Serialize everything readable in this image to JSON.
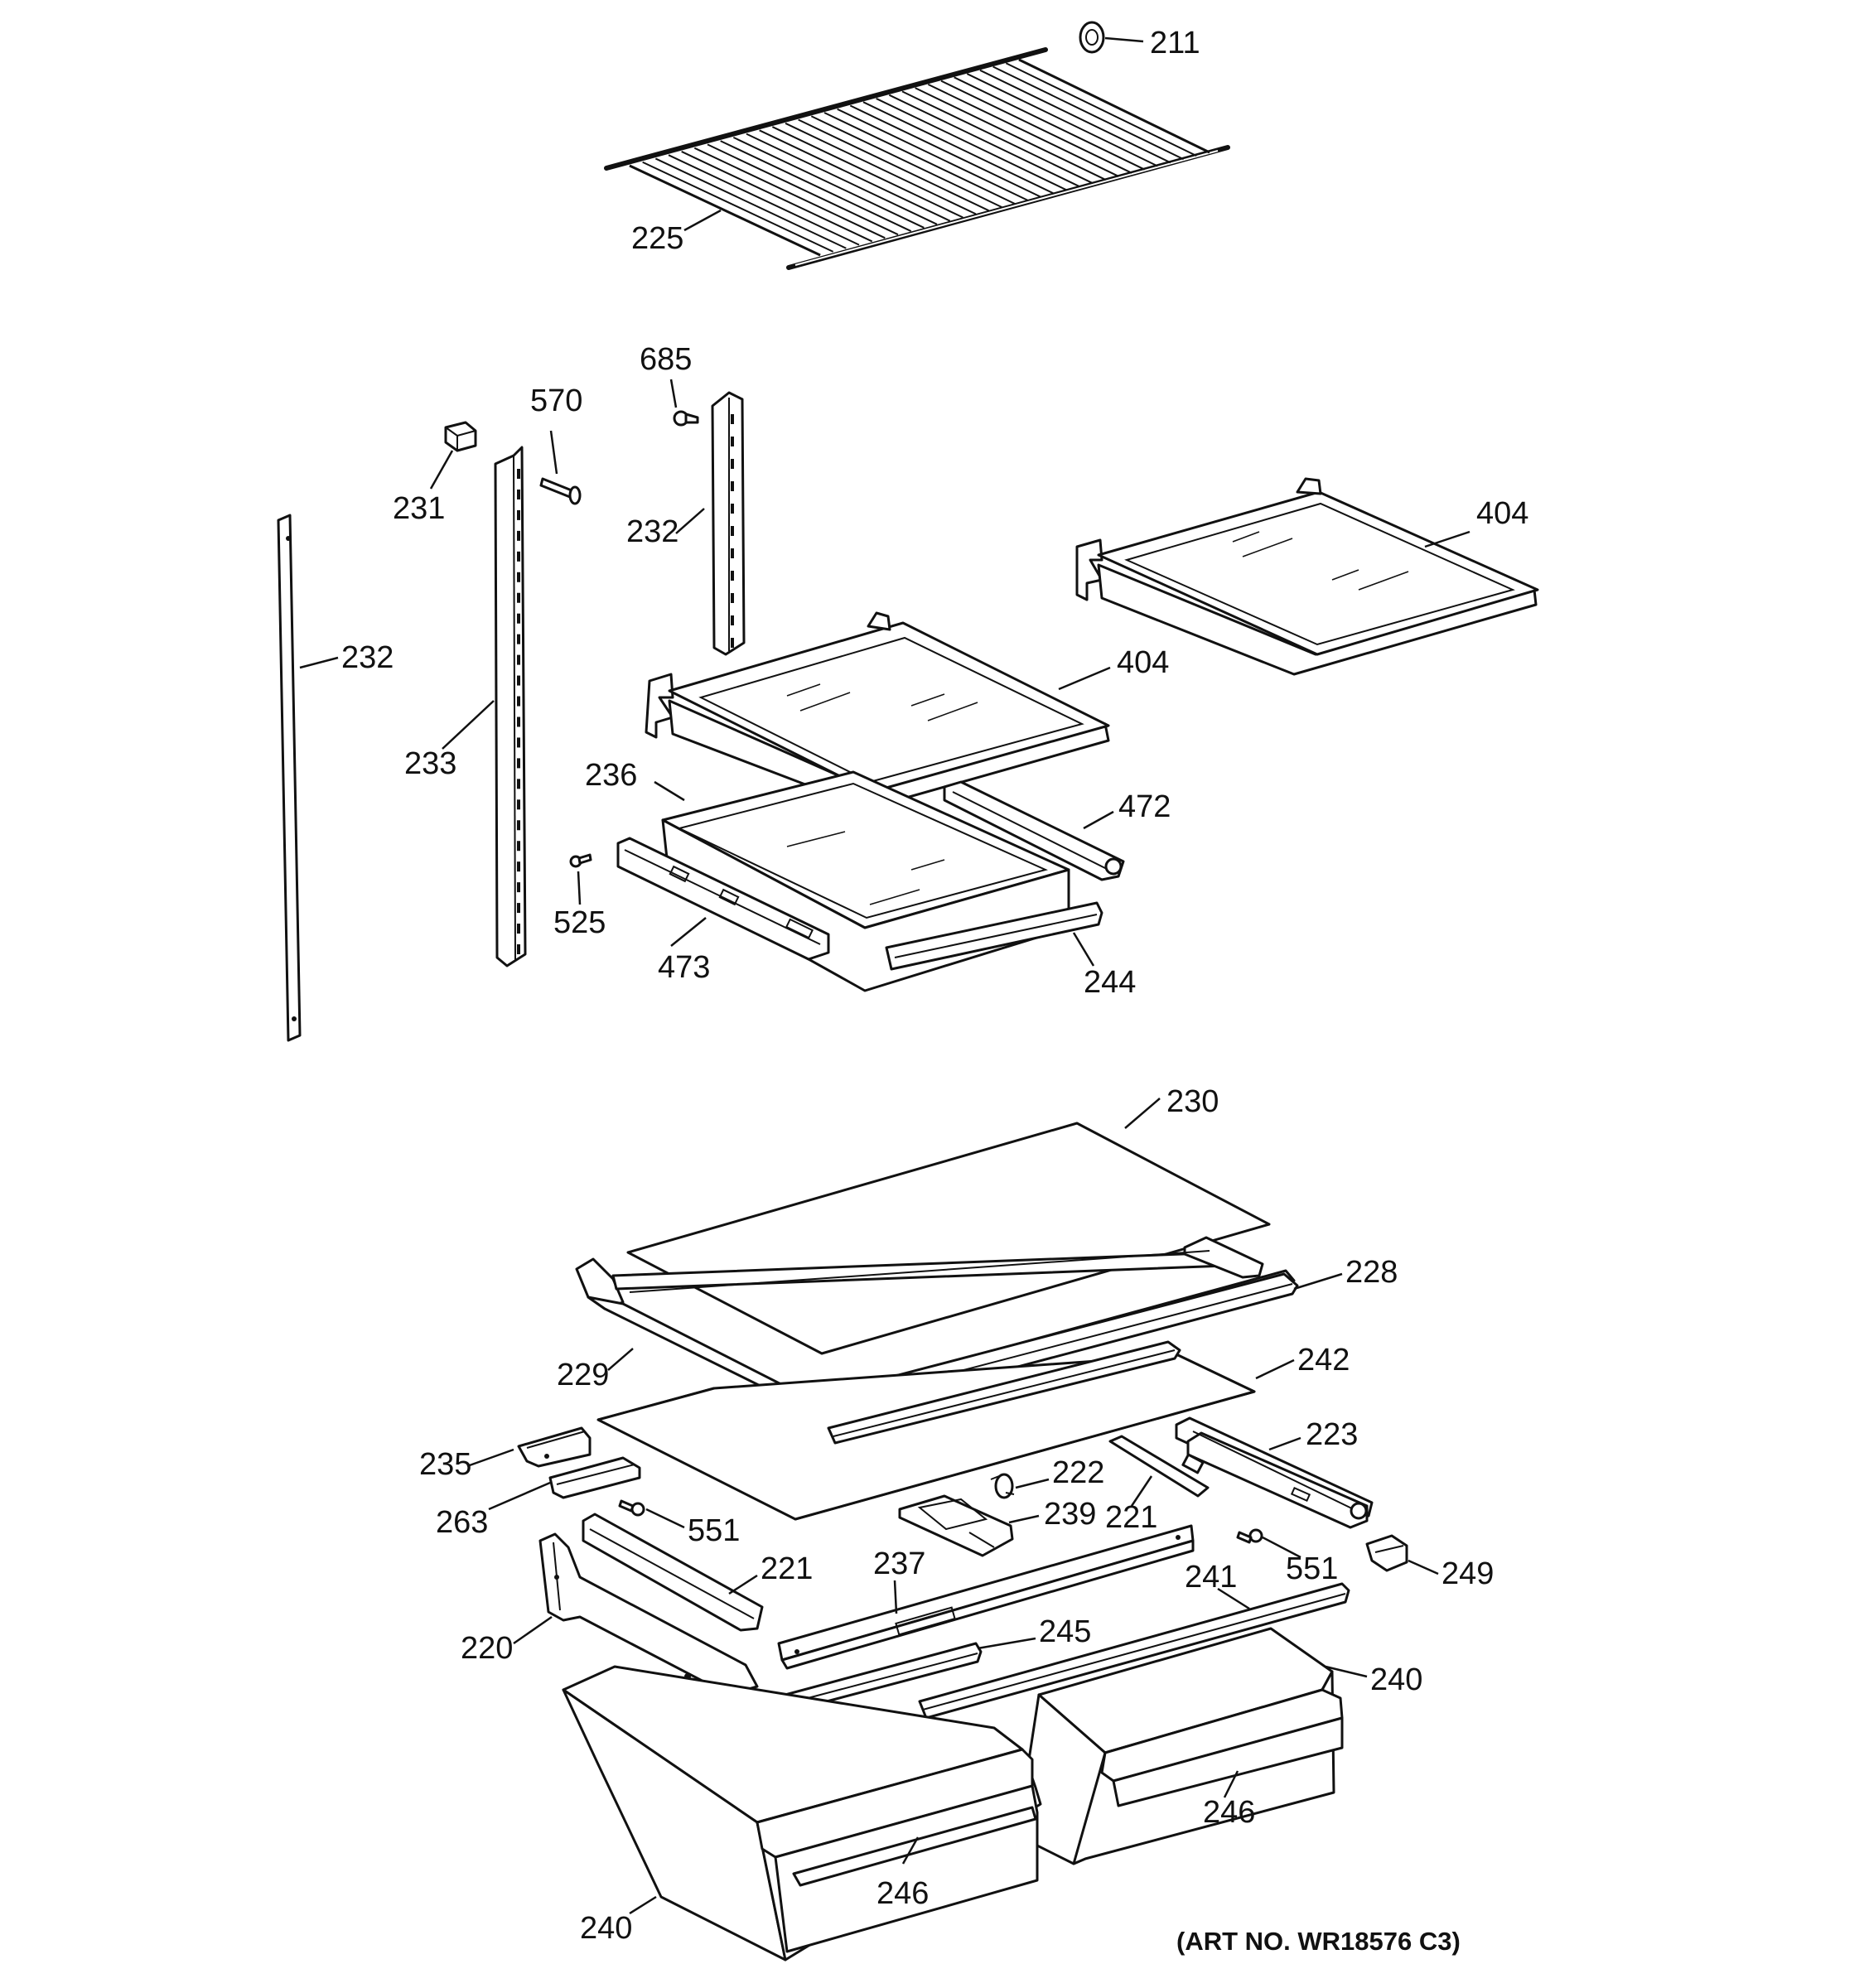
{
  "diagram": {
    "art_no": "(ART NO. WR18576 C3)",
    "callouts": [
      {
        "id": "c211",
        "text": "211"
      },
      {
        "id": "c225",
        "text": "225"
      },
      {
        "id": "c685",
        "text": "685"
      },
      {
        "id": "c570",
        "text": "570"
      },
      {
        "id": "c231",
        "text": "231"
      },
      {
        "id": "c232a",
        "text": "232"
      },
      {
        "id": "c232b",
        "text": "232"
      },
      {
        "id": "c233",
        "text": "233"
      },
      {
        "id": "c404a",
        "text": "404"
      },
      {
        "id": "c404b",
        "text": "404"
      },
      {
        "id": "c236",
        "text": "236"
      },
      {
        "id": "c472",
        "text": "472"
      },
      {
        "id": "c525",
        "text": "525"
      },
      {
        "id": "c473",
        "text": "473"
      },
      {
        "id": "c244",
        "text": "244"
      },
      {
        "id": "c230",
        "text": "230"
      },
      {
        "id": "c228",
        "text": "228"
      },
      {
        "id": "c229",
        "text": "229"
      },
      {
        "id": "c242",
        "text": "242"
      },
      {
        "id": "c223",
        "text": "223"
      },
      {
        "id": "c235",
        "text": "235"
      },
      {
        "id": "c222",
        "text": "222"
      },
      {
        "id": "c239",
        "text": "239"
      },
      {
        "id": "c263",
        "text": "263"
      },
      {
        "id": "c221a",
        "text": "221"
      },
      {
        "id": "c551a",
        "text": "551"
      },
      {
        "id": "c551b",
        "text": "551"
      },
      {
        "id": "c249",
        "text": "249"
      },
      {
        "id": "c221b",
        "text": "221"
      },
      {
        "id": "c237",
        "text": "237"
      },
      {
        "id": "c241",
        "text": "241"
      },
      {
        "id": "c220",
        "text": "220"
      },
      {
        "id": "c245",
        "text": "245"
      },
      {
        "id": "c240a",
        "text": "240"
      },
      {
        "id": "c246a",
        "text": "246"
      },
      {
        "id": "c246b",
        "text": "246"
      },
      {
        "id": "c240b",
        "text": "240"
      }
    ]
  }
}
